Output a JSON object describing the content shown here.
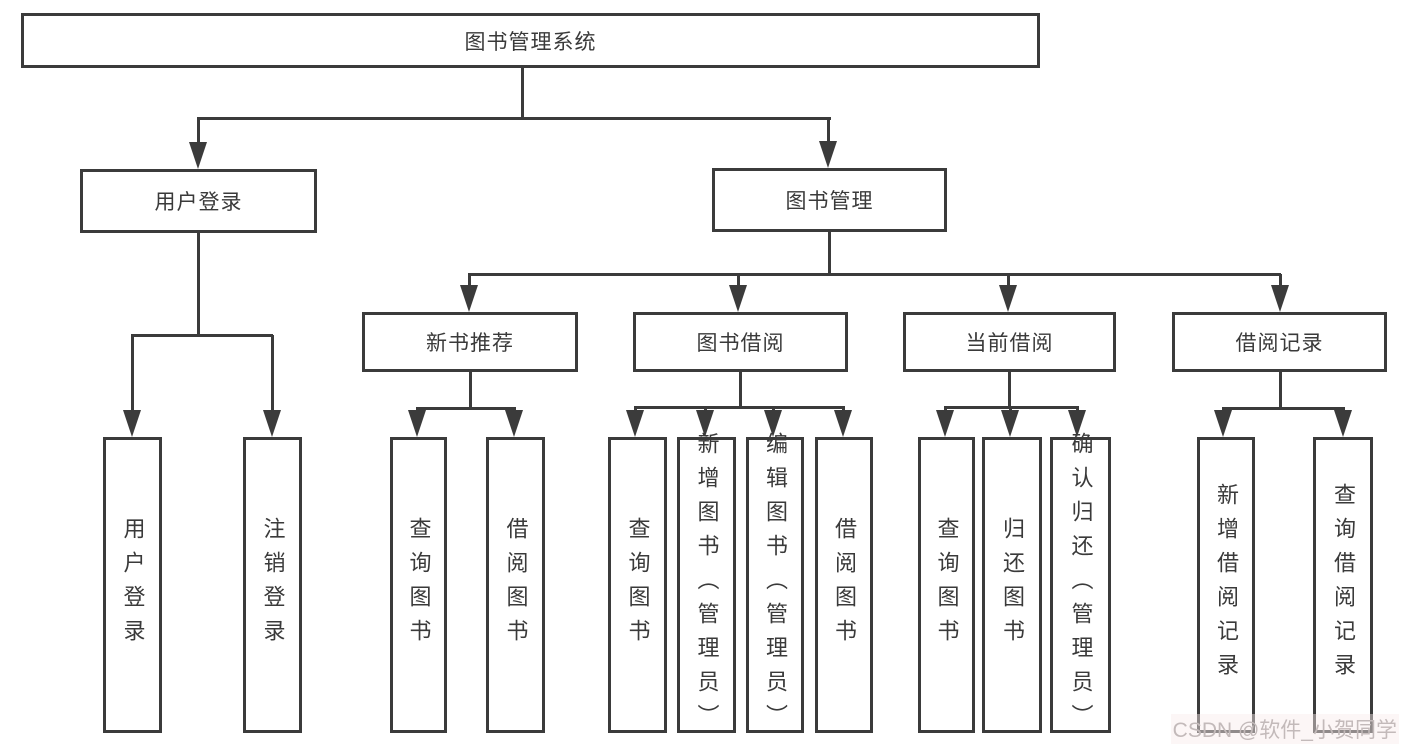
{
  "diagram": {
    "title": "图书管理系统",
    "tree": {
      "label": "图书管理系统",
      "children": [
        {
          "label": "用户登录",
          "children": [
            {
              "label": "用户登录"
            },
            {
              "label": "注销登录"
            }
          ]
        },
        {
          "label": "图书管理",
          "children": [
            {
              "label": "新书推荐",
              "children": [
                {
                  "label": "查询图书"
                },
                {
                  "label": "借阅图书"
                }
              ]
            },
            {
              "label": "图书借阅",
              "children": [
                {
                  "label": "查询图书"
                },
                {
                  "label": "新增图书（管理员）"
                },
                {
                  "label": "编辑图书（管理员）"
                },
                {
                  "label": "借阅图书"
                }
              ]
            },
            {
              "label": "当前借阅",
              "children": [
                {
                  "label": "查询图书"
                },
                {
                  "label": "归还图书"
                },
                {
                  "label": "确认归还（管理员）"
                }
              ]
            },
            {
              "label": "借阅记录",
              "children": [
                {
                  "label": "新增借阅记录"
                },
                {
                  "label": "查询借阅记录"
                }
              ]
            }
          ]
        }
      ]
    }
  },
  "watermark": "CSDN @软件_小贺同学",
  "colors": {
    "line": "#3b3b3b",
    "text": "#3a3a3a",
    "box_fill": "#ffffff",
    "watermark_text": "#c3baba"
  }
}
